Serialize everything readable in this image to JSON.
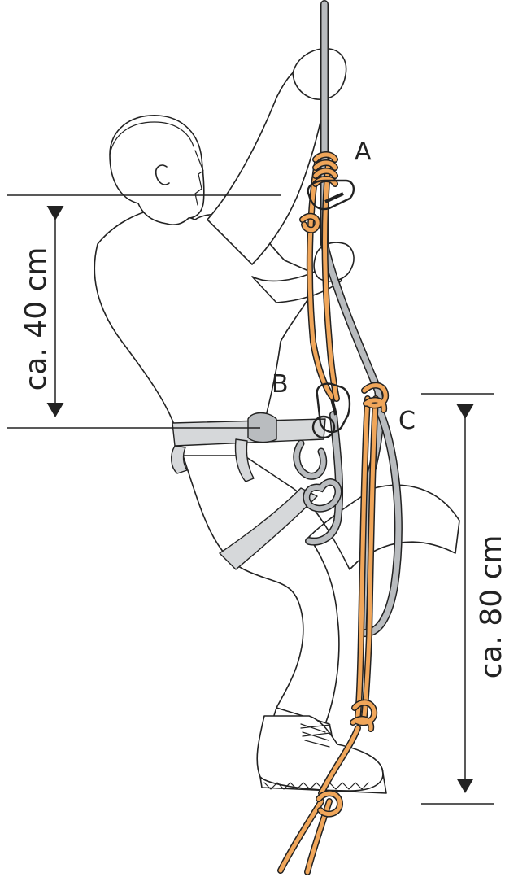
{
  "labels": {
    "point_a": "A",
    "point_b": "B",
    "point_c": "C",
    "dim_upper": "ca. 40 cm",
    "dim_lower": "ca. 80 cm"
  },
  "colors": {
    "ink": "#222222",
    "prusik_orange": "#f0a65a",
    "rope_gray": "#b9bcbf",
    "harness_gray": "#d6d8da"
  }
}
